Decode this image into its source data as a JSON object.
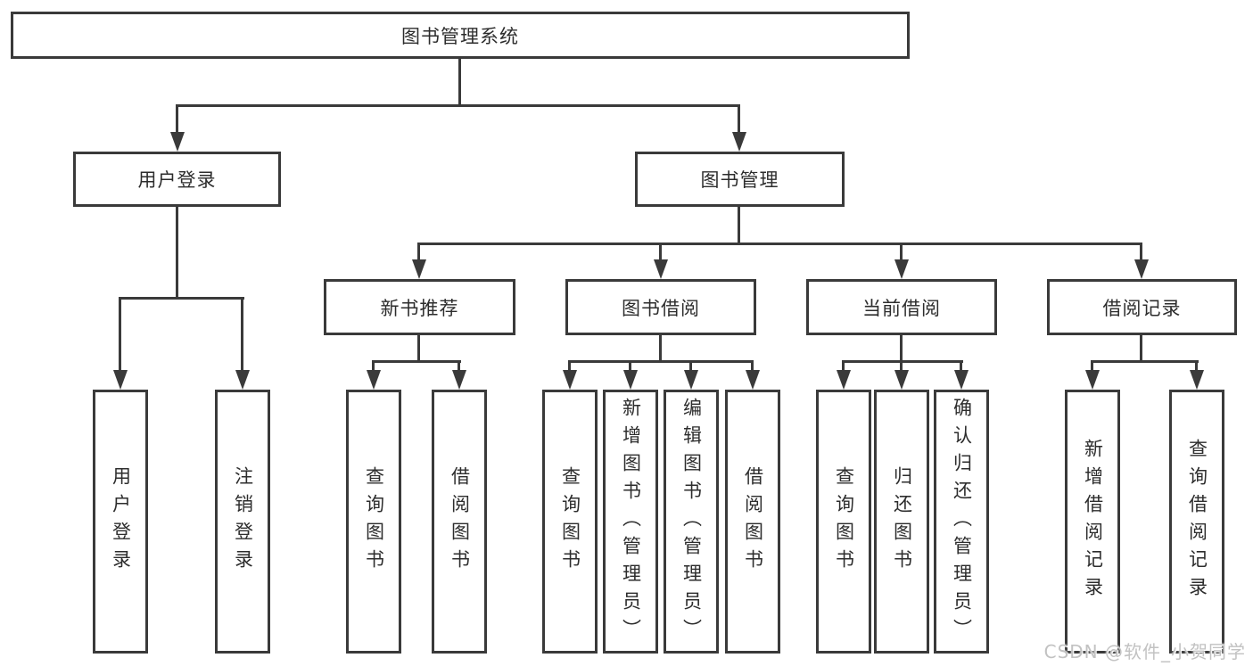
{
  "colors": {
    "line": "#3a3a3a",
    "text": "#2d2d2d",
    "watermark": "#c2c2c2",
    "background": "#ffffff"
  },
  "tree": {
    "root": {
      "label": "图书管理系统"
    },
    "children": [
      {
        "label": "用户登录",
        "children": [
          {
            "label": "用户登录"
          },
          {
            "label": "注销登录"
          }
        ]
      },
      {
        "label": "图书管理",
        "children": [
          {
            "label": "新书推荐",
            "children": [
              {
                "label": "查询图书"
              },
              {
                "label": "借阅图书"
              }
            ]
          },
          {
            "label": "图书借阅",
            "children": [
              {
                "label": "查询图书"
              },
              {
                "label": "新增图书（管理员）"
              },
              {
                "label": "编辑图书（管理员）"
              },
              {
                "label": "借阅图书"
              }
            ]
          },
          {
            "label": "当前借阅",
            "children": [
              {
                "label": "查询图书"
              },
              {
                "label": "归还图书"
              },
              {
                "label": "确认归还（管理员）"
              }
            ]
          },
          {
            "label": "借阅记录",
            "children": [
              {
                "label": "新增借阅记录"
              },
              {
                "label": "查询借阅记录"
              }
            ]
          }
        ]
      }
    ]
  },
  "watermark": {
    "text": "CSDN @软件_小贺同学"
  }
}
